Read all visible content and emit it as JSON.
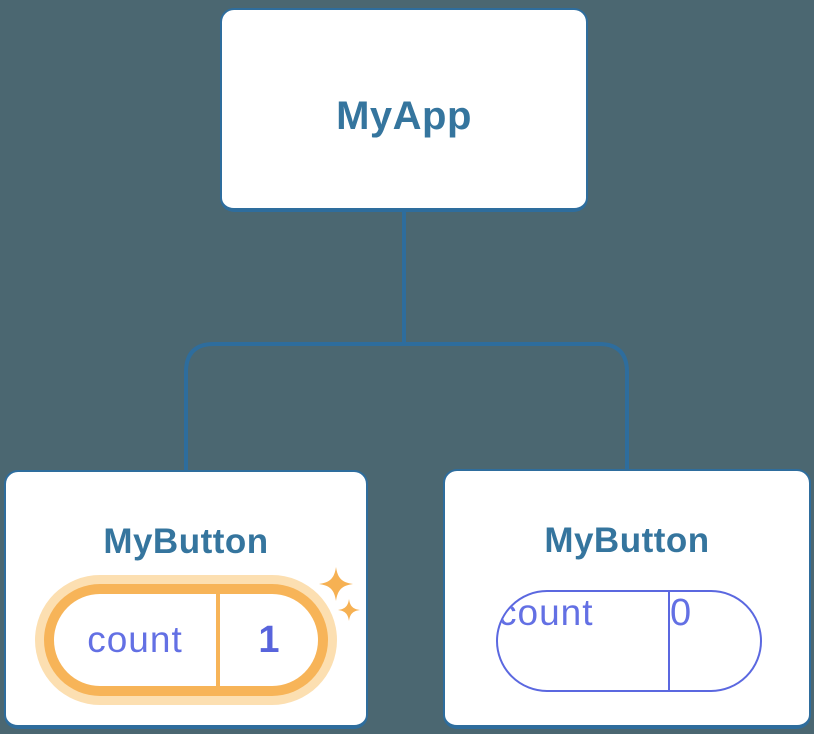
{
  "diagram": {
    "type": "component-tree",
    "root": {
      "label": "MyApp"
    },
    "children": [
      {
        "label": "MyButton",
        "state": {
          "key": "count",
          "value": "1"
        },
        "highlighted": true,
        "highlight_meaning": "state just updated (sparkles)"
      },
      {
        "label": "MyButton",
        "state": {
          "key": "count",
          "value": "0"
        },
        "highlighted": false
      }
    ]
  },
  "icons": {
    "sparkle_large": "sparkle-icon",
    "sparkle_small": "sparkle-icon"
  },
  "colors": {
    "background": "#4B6771",
    "card_background": "#FFFFFF",
    "card_border_and_lines": "#2E6D9D",
    "node_label_text": "#35759E",
    "state_purple": "#6370E4",
    "state_pill_border_purple": "#5B68E0",
    "state_value_bold_purple": "#5864DC",
    "highlight_orange": "#F7B458",
    "highlight_glow": "#FCDFB1",
    "sparkle_orange": "#F6B153"
  }
}
